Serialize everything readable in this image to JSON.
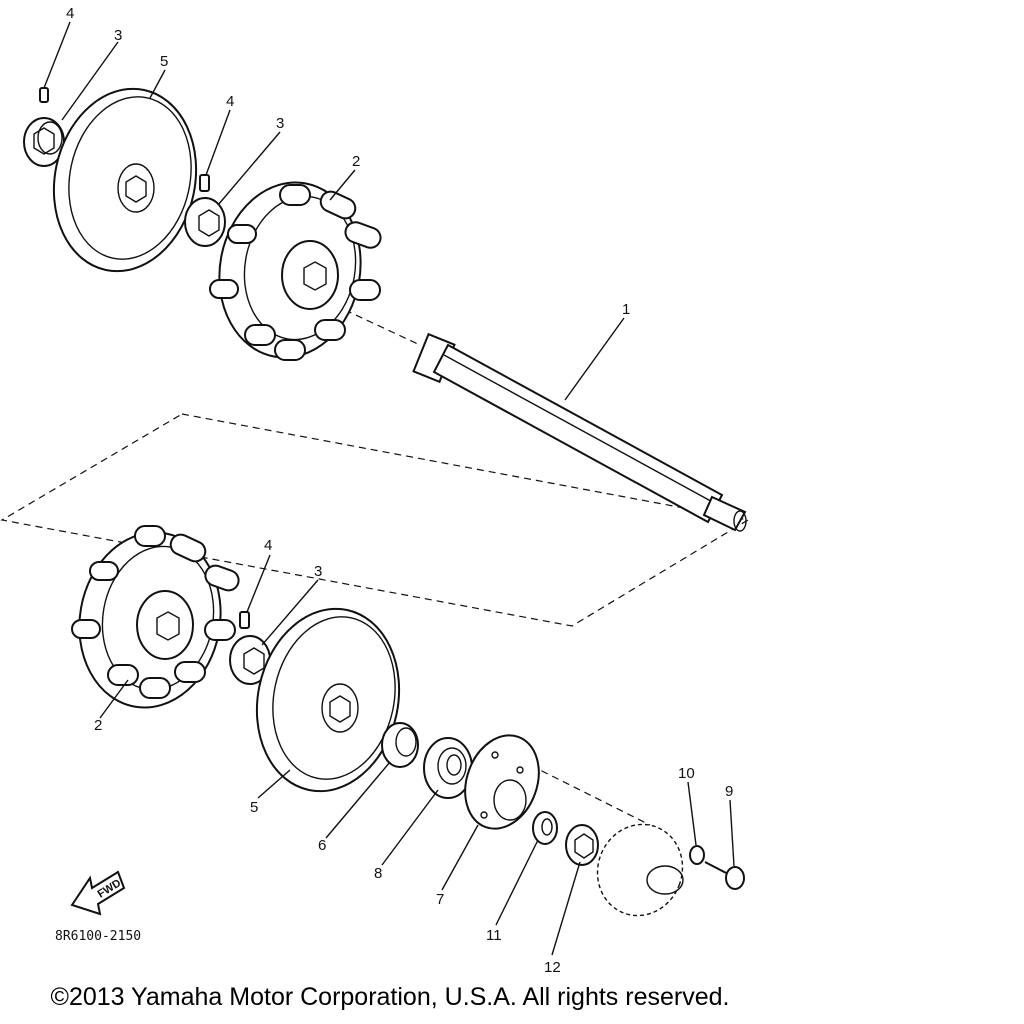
{
  "diagram_code": "8R6100-2150",
  "fwd_label": "FWD",
  "copyright": "©2013 Yamaha Motor Corporation, U.S.A. All rights reserved.",
  "callouts": [
    {
      "label": "4"
    },
    {
      "label": "3"
    },
    {
      "label": "5"
    },
    {
      "label": "4"
    },
    {
      "label": "3"
    },
    {
      "label": "2"
    },
    {
      "label": "1"
    },
    {
      "label": "4"
    },
    {
      "label": "3"
    },
    {
      "label": "2"
    },
    {
      "label": "5"
    },
    {
      "label": "6"
    },
    {
      "label": "8"
    },
    {
      "label": "7"
    },
    {
      "label": "11"
    },
    {
      "label": "12"
    },
    {
      "label": "10"
    },
    {
      "label": "9"
    }
  ]
}
